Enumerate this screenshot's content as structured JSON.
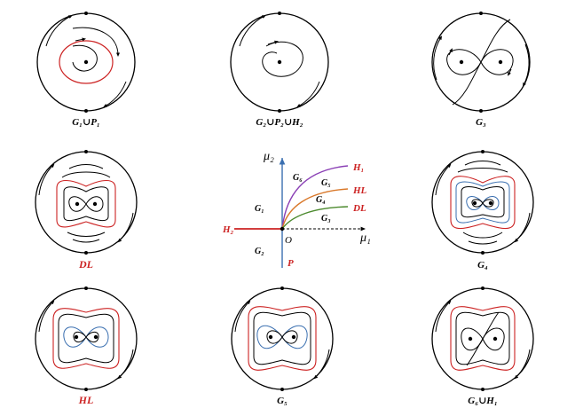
{
  "colors": {
    "black": "#000000",
    "red": "#cc2222",
    "blue": "#3a6fb0",
    "purple": "#8a3fb5",
    "orange": "#d9782a",
    "green": "#4c8a2e"
  },
  "labels": {
    "g1p1": "G₁∪P₁",
    "g2p2h2": "G₂∪P₂∪H₂",
    "g3": "G₃",
    "dl": "DL",
    "g4": "G₄",
    "hl": "HL",
    "g5": "G₅",
    "g6h1": "G₆∪H₁"
  },
  "bifurcation": {
    "mu2": "μ₂",
    "mu1": "μ₁",
    "origin": "O",
    "curves": {
      "h1": "H₁",
      "hl": "HL",
      "dl": "DL",
      "h2": "H₂",
      "p": "P"
    },
    "regions": {
      "g1": "G₁",
      "g2": "G₂",
      "g3": "G₃",
      "g4": "G₄",
      "g5": "G₅",
      "g6": "G₆"
    }
  }
}
